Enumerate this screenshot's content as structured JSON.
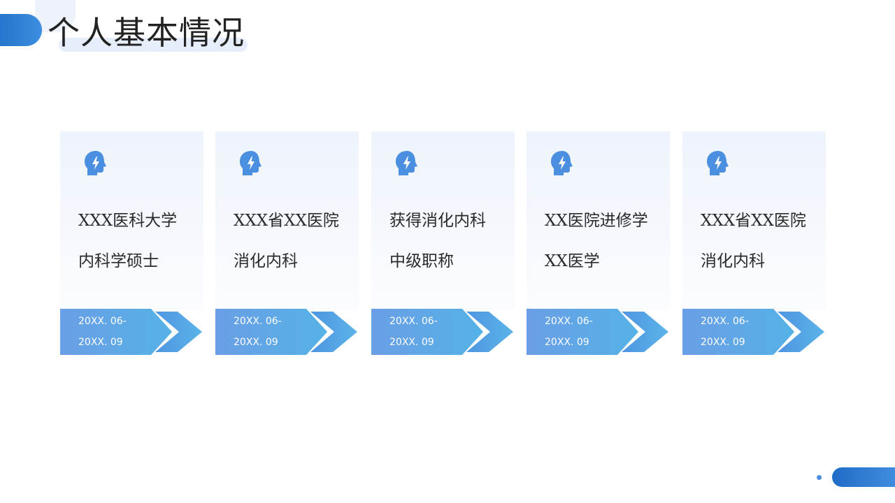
{
  "header": {
    "title": "个人基本情况"
  },
  "colors": {
    "accent": "#1f6cc7",
    "accent_light": "#5aaee6",
    "icon": "#4a8fe0"
  },
  "cards": [
    {
      "icon": "head-lightning-icon",
      "line1": "XXX医科大学",
      "line2": "内科学硕士",
      "date_line1": "20XX. 06-",
      "date_line2": "20XX. 09"
    },
    {
      "icon": "head-lightning-icon",
      "line1": "XXX省XX医院",
      "line2": "消化内科",
      "date_line1": "20XX. 06-",
      "date_line2": "20XX. 09"
    },
    {
      "icon": "head-lightning-icon",
      "line1": "获得消化内科",
      "line2": "中级职称",
      "date_line1": "20XX. 06-",
      "date_line2": "20XX. 09"
    },
    {
      "icon": "head-lightning-icon",
      "line1": "XX医院进修学",
      "line2": "XX医学",
      "date_line1": "20XX. 06-",
      "date_line2": "20XX. 09"
    },
    {
      "icon": "head-lightning-icon",
      "line1": "XXX省XX医院",
      "line2": "消化内科",
      "date_line1": "20XX. 06-",
      "date_line2": "20XX. 09"
    }
  ]
}
